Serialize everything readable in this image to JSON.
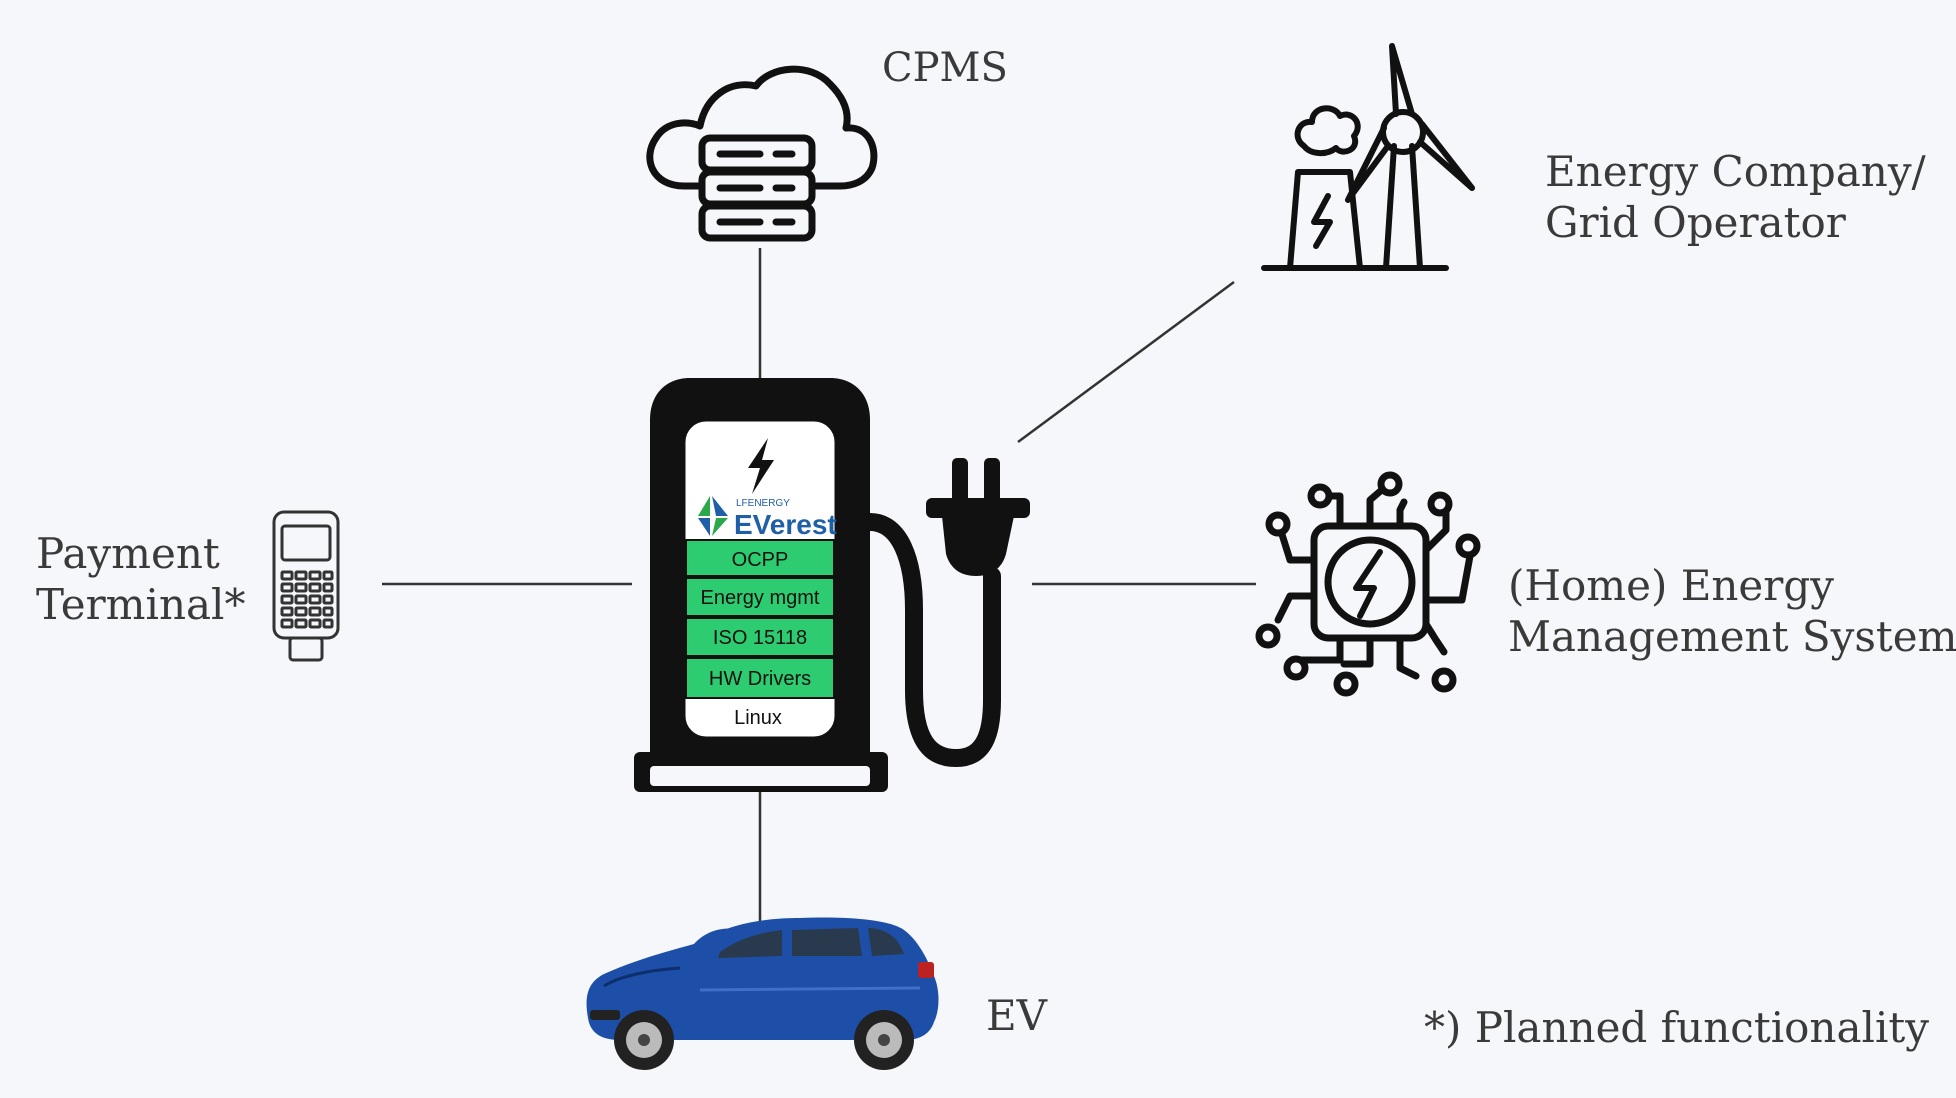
{
  "nodes": {
    "cpms": "CPMS",
    "energy_company": [
      "Energy Company/",
      "Grid Operator"
    ],
    "payment_terminal": [
      "Payment",
      "Terminal*"
    ],
    "home_ems": [
      "(Home) Energy",
      "Management System"
    ],
    "ev": "EV"
  },
  "footnote": "*) Planned functionality",
  "charger": {
    "logo_small": "LFENERGY",
    "logo_brand": "EVerest",
    "stack": [
      "OCPP",
      "Energy mgmt",
      "ISO 15118",
      "HW Drivers",
      "Linux"
    ]
  },
  "colors": {
    "stack_green": "#2ecc71",
    "icon_black": "#111111",
    "car_blue": "#1d4fa8",
    "logo_blue": "#1f5fa8",
    "logo_green": "#2aa84a"
  },
  "icons": {
    "cpms": "cloud-server-icon",
    "energy_company": "wind-turbine-factory-icon",
    "payment_terminal": "payment-terminal-icon",
    "home_ems": "energy-chip-icon",
    "ev": "electric-car-icon",
    "charger": "charging-station-icon"
  }
}
